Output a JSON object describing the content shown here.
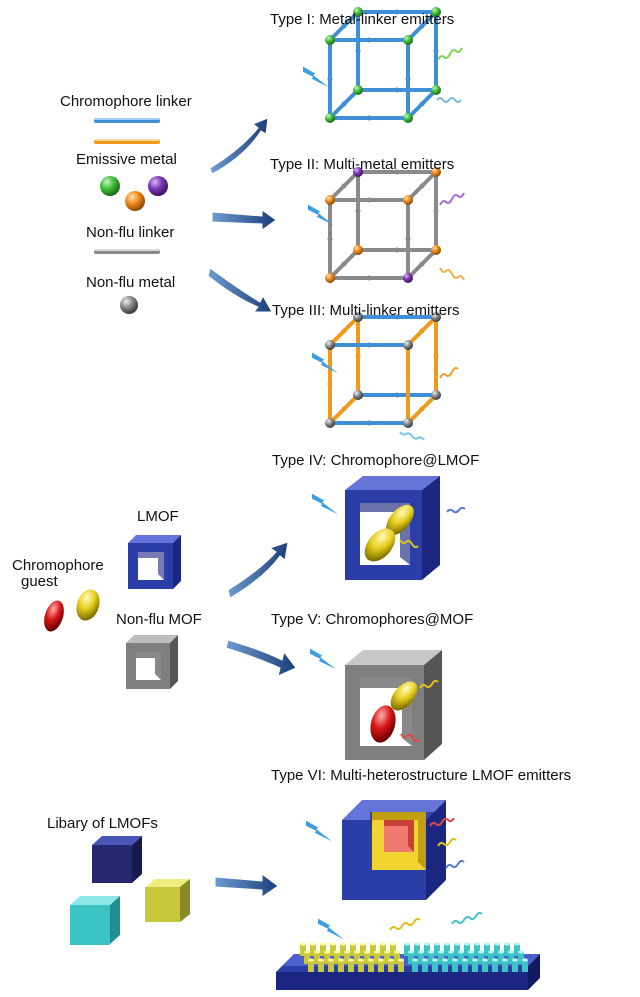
{
  "legend": {
    "chromophore_linker": "Chromophore linker",
    "emissive_metal": "Emissive metal",
    "nonflu_linker": "Non-flu linker",
    "nonflu_metal": "Non-flu metal",
    "lmof": "LMOF",
    "chromophore_guest_line1": "Chromophore",
    "chromophore_guest_line2": "guest",
    "nonflu_mof": "Non-flu MOF",
    "library": "Libary of LMOFs"
  },
  "types": [
    {
      "title": "Type I: Metal-linker emitters"
    },
    {
      "title": "Type II: Multi-metal emitters"
    },
    {
      "title": "Type III: Multi-linker emitters"
    },
    {
      "title": "Type IV: Chromophore@LMOF"
    },
    {
      "title": "Type V: Chromophores@MOF"
    },
    {
      "title": "Type VI: Multi-heterostructure LMOF emitters"
    }
  ],
  "colors": {
    "linker_blue": "#3f8fd6",
    "linker_orange": "#f09a1c",
    "linker_gray": "#8a8a8a",
    "metal_green": "#3fbf3a",
    "metal_orange": "#f08a18",
    "metal_purple": "#7a35b5",
    "metal_gray": "#888888",
    "lmof_blue": "#2b3ea8",
    "mof_gray": "#7f7f7f",
    "guest_yellow": "#e8d020",
    "guest_red": "#d81818",
    "arrow_navy": "#1f4f8f",
    "lightning": "#3f9ee0",
    "cube_navy": "#24286e",
    "cube_cyan": "#3cc3c3",
    "cube_yellow": "#c8c83a"
  },
  "icons": [
    "lightning-icon",
    "wavy-emission-icon",
    "arrow-icon"
  ]
}
